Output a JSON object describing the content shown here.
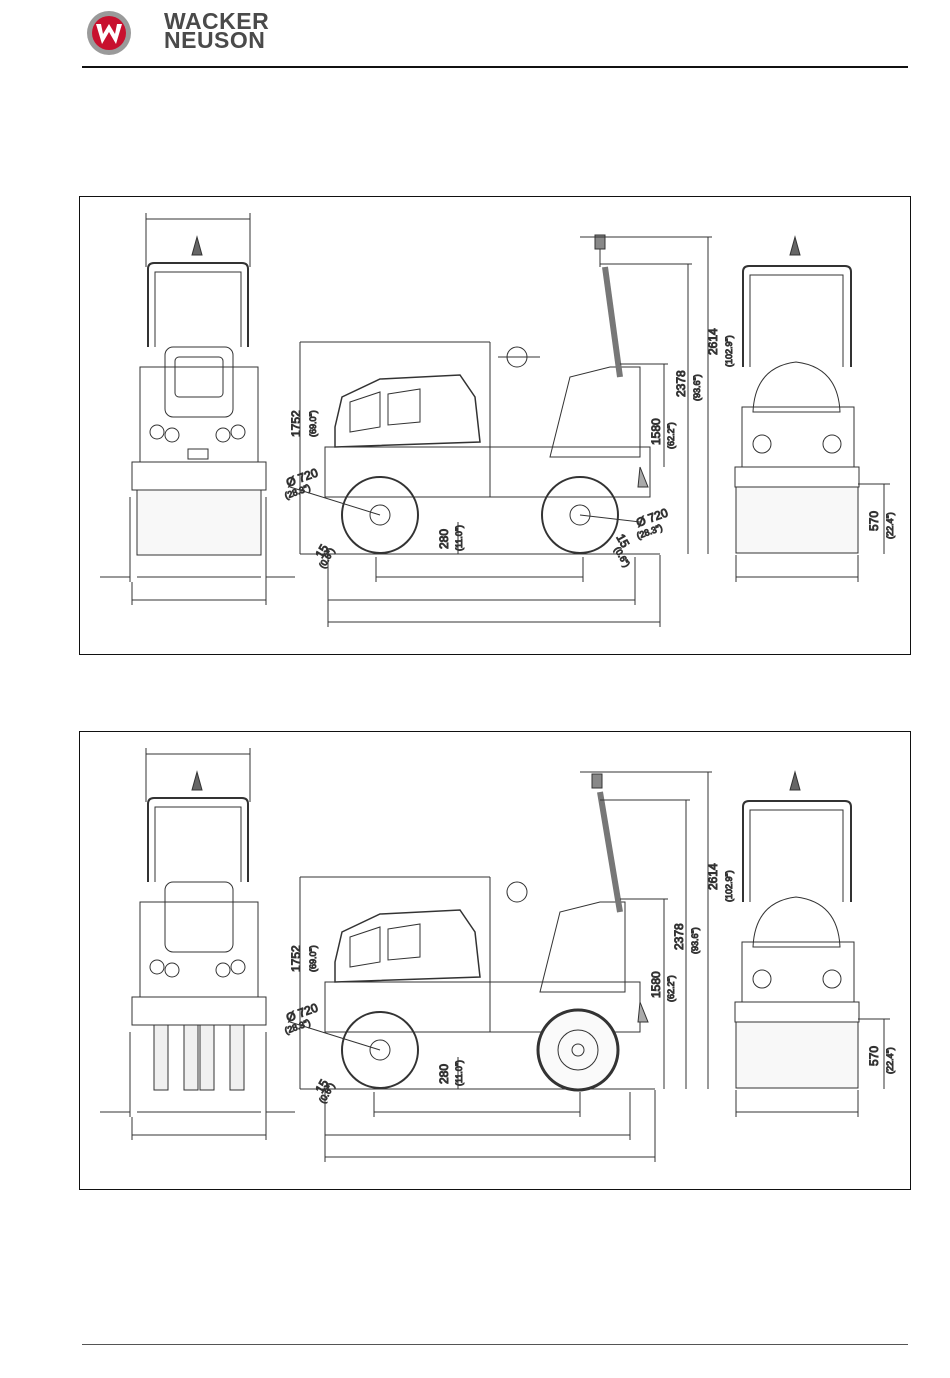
{
  "header": {
    "brand_line1": "WACKER",
    "brand_line2": "NEUSON",
    "logo_icon": "wacker-neuson-logo-icon",
    "brand_color": "#c8102e"
  },
  "diagrams": [
    {
      "name": "drum-drum-roller",
      "dims": {
        "overall_height": "2614",
        "overall_height_in": "(102.9\")",
        "rops_height": "2378",
        "rops_height_in": "(93.6\")",
        "hood_height": "1580",
        "hood_height_in": "(62.2\")",
        "cab_height": "1752",
        "cab_height_in": "(69.0\")",
        "drum_diameter_front": "Ø 720",
        "drum_diameter_front_in": "(28.3\")",
        "drum_diameter_rear": "Ø 720",
        "drum_diameter_rear_in": "(28.3\")",
        "clearance": "280",
        "clearance_in": "(11.0\")",
        "offset_front": "15",
        "offset_front_in": "(0.6\")",
        "offset_rear": "15",
        "offset_rear_in": "(0.6\")",
        "drum_height": "570",
        "drum_height_in": "(22.4\")"
      }
    },
    {
      "name": "combination-roller",
      "dims": {
        "overall_height": "2614",
        "overall_height_in": "(102.9\")",
        "rops_height": "2378",
        "rops_height_in": "(93.6\")",
        "hood_height": "1580",
        "hood_height_in": "(62.2\")",
        "cab_height": "1752",
        "cab_height_in": "(69.0\")",
        "drum_diameter_front": "Ø 720",
        "drum_diameter_front_in": "(28.3\")",
        "clearance": "280",
        "clearance_in": "(11.0\")",
        "offset_front": "15",
        "offset_front_in": "(0.6\")",
        "drum_height": "570",
        "drum_height_in": "(22.4\")"
      }
    }
  ]
}
